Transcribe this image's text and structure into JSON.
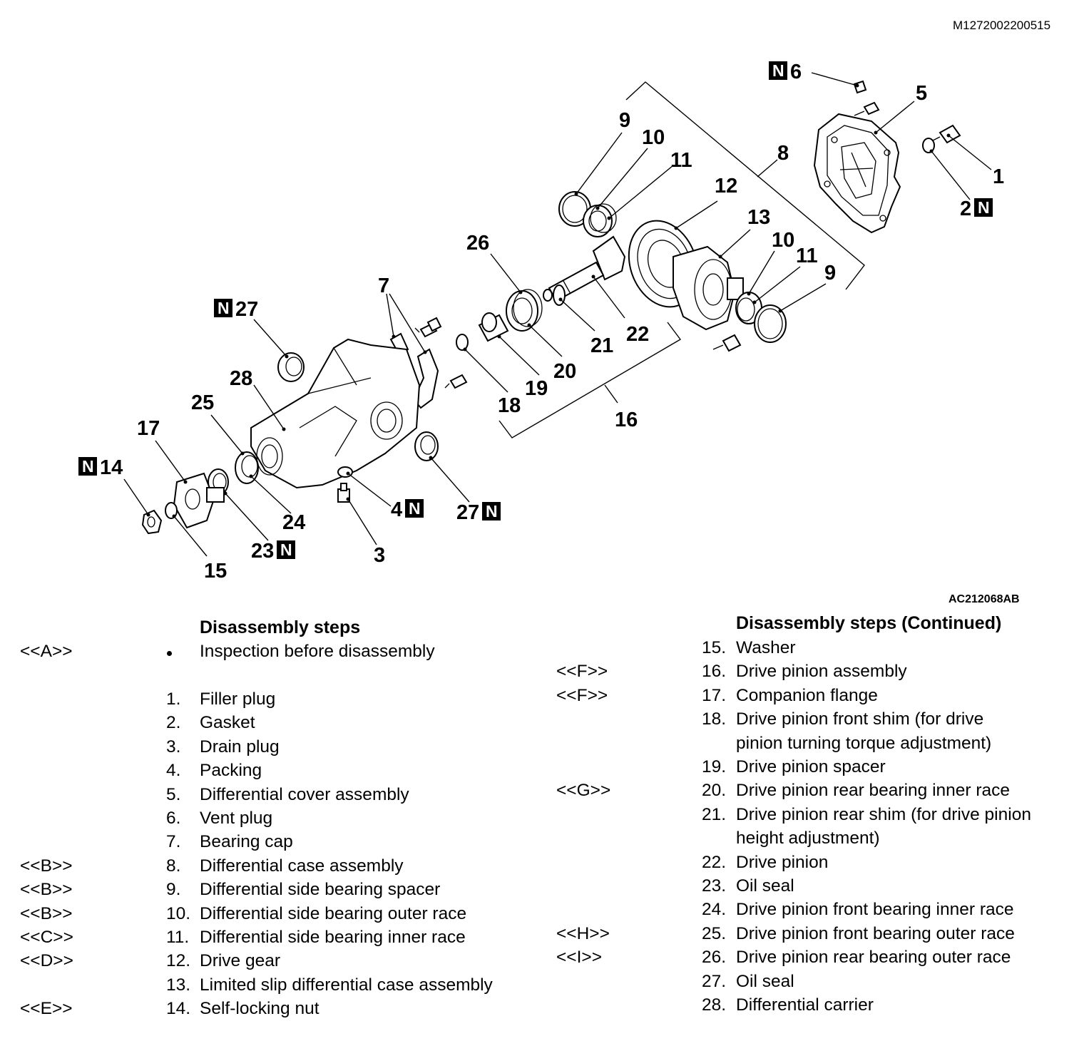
{
  "header": {
    "doc_id": "M1272002200515"
  },
  "figure": {
    "id": "AC212068AB",
    "callouts": [
      {
        "label": "1",
        "n": false
      },
      {
        "label": "2",
        "n": true
      },
      {
        "label": "3",
        "n": false
      },
      {
        "label": "4",
        "n": true
      },
      {
        "label": "5",
        "n": false
      },
      {
        "label": "6",
        "n": true
      },
      {
        "label": "7",
        "n": false
      },
      {
        "label": "8",
        "n": false
      },
      {
        "label": "9",
        "n": false
      },
      {
        "label": "10",
        "n": false
      },
      {
        "label": "11",
        "n": false
      },
      {
        "label": "12",
        "n": false
      },
      {
        "label": "13",
        "n": false
      },
      {
        "label": "10",
        "n": false
      },
      {
        "label": "11",
        "n": false
      },
      {
        "label": "9",
        "n": false
      },
      {
        "label": "26",
        "n": false
      },
      {
        "label": "27",
        "n": true
      },
      {
        "label": "28",
        "n": false
      },
      {
        "label": "25",
        "n": false
      },
      {
        "label": "17",
        "n": false
      },
      {
        "label": "14",
        "n": true
      },
      {
        "label": "15",
        "n": false
      },
      {
        "label": "23",
        "n": true
      },
      {
        "label": "24",
        "n": false
      },
      {
        "label": "27",
        "n": true
      },
      {
        "label": "18",
        "n": false
      },
      {
        "label": "19",
        "n": false
      },
      {
        "label": "20",
        "n": false
      },
      {
        "label": "21",
        "n": false
      },
      {
        "label": "22",
        "n": false
      },
      {
        "label": "16",
        "n": false
      }
    ],
    "n_badge": "N"
  },
  "steps_left": {
    "heading": "Disassembly steps",
    "pre": {
      "code": "<<A>>",
      "text": "Inspection before disassembly"
    },
    "items": [
      {
        "code": "",
        "num": "1.",
        "text": "Filler plug"
      },
      {
        "code": "",
        "num": "2.",
        "text": "Gasket"
      },
      {
        "code": "",
        "num": "3.",
        "text": "Drain plug"
      },
      {
        "code": "",
        "num": "4.",
        "text": "Packing"
      },
      {
        "code": "",
        "num": "5.",
        "text": "Differential cover assembly"
      },
      {
        "code": "",
        "num": "6.",
        "text": "Vent plug"
      },
      {
        "code": "",
        "num": "7.",
        "text": "Bearing cap"
      },
      {
        "code": "<<B>>",
        "num": "8.",
        "text": "Differential case assembly"
      },
      {
        "code": "<<B>>",
        "num": "9.",
        "text": "Differential side bearing spacer"
      },
      {
        "code": "<<B>>",
        "num": "10.",
        "text": "Differential side bearing outer race"
      },
      {
        "code": "<<C>>",
        "num": "11.",
        "text": "Differential side bearing inner race"
      },
      {
        "code": "<<D>>",
        "num": "12.",
        "text": "Drive gear"
      },
      {
        "code": "",
        "num": "13.",
        "text": "Limited slip differential case assembly"
      },
      {
        "code": "<<E>>",
        "num": "14.",
        "text": "Self-locking nut"
      }
    ]
  },
  "steps_right": {
    "heading": "Disassembly steps (Continued)",
    "items": [
      {
        "code": "",
        "num": "15.",
        "text": "Washer",
        "cont": ""
      },
      {
        "code": "<<F>>",
        "num": "16.",
        "text": "Drive pinion assembly",
        "cont": ""
      },
      {
        "code": "<<F>>",
        "num": "17.",
        "text": "Companion flange",
        "cont": ""
      },
      {
        "code": "",
        "num": "18.",
        "text": "Drive pinion front shim (for drive",
        "cont": "pinion turning torque adjustment)"
      },
      {
        "code": "",
        "num": "19.",
        "text": "Drive pinion spacer",
        "cont": ""
      },
      {
        "code": "<<G>>",
        "num": "20.",
        "text": "Drive pinion rear bearing inner race",
        "cont": ""
      },
      {
        "code": "",
        "num": "21.",
        "text": "Drive pinion rear shim (for drive pinion",
        "cont": "height adjustment)"
      },
      {
        "code": "",
        "num": "22.",
        "text": "Drive pinion",
        "cont": ""
      },
      {
        "code": "",
        "num": "23.",
        "text": "Oil seal",
        "cont": ""
      },
      {
        "code": "",
        "num": "24.",
        "text": "Drive pinion front bearing inner race",
        "cont": ""
      },
      {
        "code": "<<H>>",
        "num": "25.",
        "text": "Drive pinion front bearing outer race",
        "cont": ""
      },
      {
        "code": "<<I>>",
        "num": "26.",
        "text": "Drive pinion rear bearing outer race",
        "cont": ""
      },
      {
        "code": "",
        "num": "27.",
        "text": "Oil seal",
        "cont": ""
      },
      {
        "code": "",
        "num": "28.",
        "text": "Differential carrier",
        "cont": ""
      }
    ]
  }
}
